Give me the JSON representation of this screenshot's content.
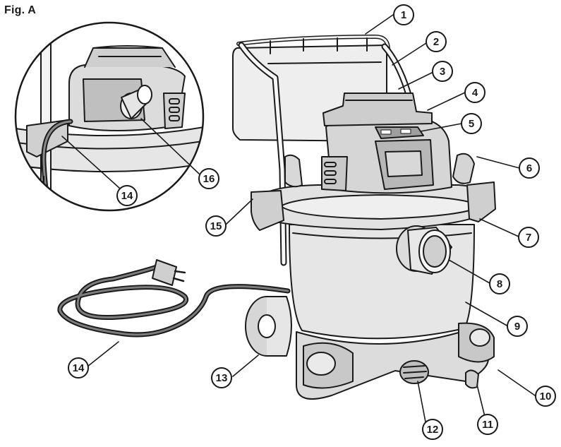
{
  "figure": {
    "label": "Fig. A"
  },
  "colors": {
    "stroke": "#1a1a1a",
    "body_fill": "#e9e9e9",
    "dark_fill": "#bdbdbd",
    "light_fill": "#f7f7f7",
    "callout_fill": "#ffffff"
  },
  "callouts": [
    {
      "id": "c1",
      "number": "1",
      "part": "handle-bag-rack"
    },
    {
      "id": "c2",
      "number": "2",
      "part": "accessory-bag"
    },
    {
      "id": "c3",
      "number": "3",
      "part": "carry-handle"
    },
    {
      "id": "c4",
      "number": "4",
      "part": "power-head"
    },
    {
      "id": "c5",
      "number": "5",
      "part": "switch"
    },
    {
      "id": "c6",
      "number": "6",
      "part": "latch"
    },
    {
      "id": "c7",
      "number": "7",
      "part": "lid"
    },
    {
      "id": "c8",
      "number": "8",
      "part": "inlet"
    },
    {
      "id": "c9",
      "number": "9",
      "part": "drum"
    },
    {
      "id": "c10",
      "number": "10",
      "part": "caster-foot"
    },
    {
      "id": "c11",
      "number": "11",
      "part": "caster"
    },
    {
      "id": "c12",
      "number": "12",
      "part": "drain"
    },
    {
      "id": "c13",
      "number": "13",
      "part": "wheel"
    },
    {
      "id": "c14a",
      "number": "14",
      "part": "cord-wrap"
    },
    {
      "id": "c14b",
      "number": "14",
      "part": "power-cord"
    },
    {
      "id": "c15",
      "number": "15",
      "part": "accessory-holder"
    },
    {
      "id": "c16",
      "number": "16",
      "part": "blower-port"
    }
  ]
}
